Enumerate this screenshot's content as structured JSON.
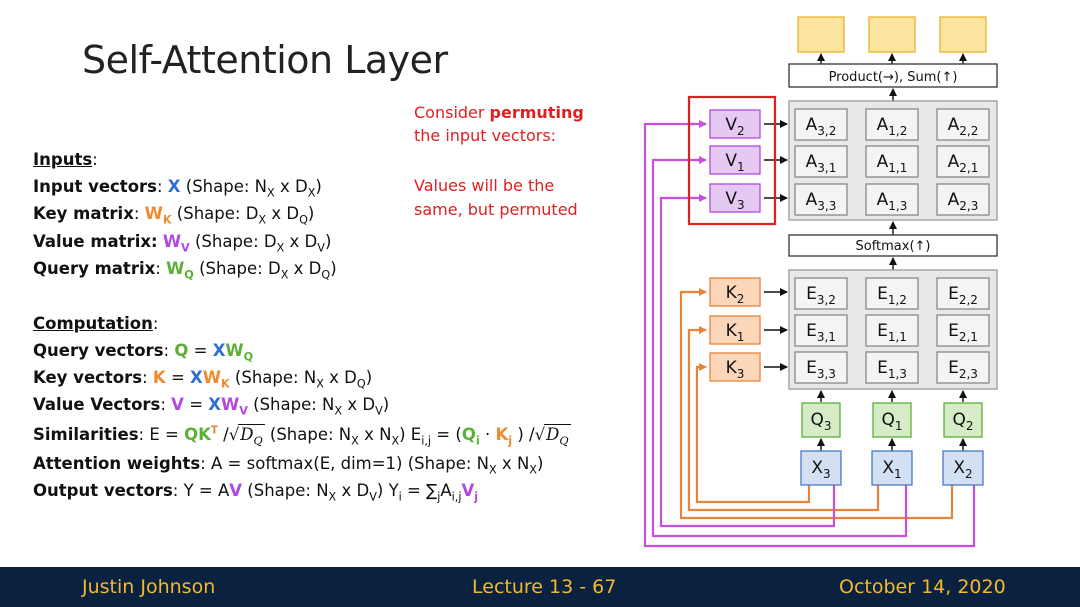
{
  "slide": {
    "title": "Self-Attention Layer",
    "note_line1_prefix": "Consider ",
    "note_line1_bold": "permuting",
    "note_line2": "the input vectors:",
    "note_line3": "Values will be the",
    "note_line4": "same, but permuted"
  },
  "inputs": {
    "header": "Inputs",
    "colon": ":",
    "input_vectors": {
      "label": "Input vectors",
      "sym": "X",
      "shape": " (Shape: N",
      "s1": "X",
      "mid": " x D",
      "s2": "X",
      "end": ")"
    },
    "key_matrix": {
      "label": "Key matrix",
      "sym": "W",
      "sub": "K",
      "shape": " (Shape: D",
      "s1": "X",
      "mid": " x D",
      "s2": "Q",
      "end": ")"
    },
    "value_matrix": {
      "label": "Value matrix:",
      "sym": "W",
      "sub": "V",
      "shape": " (Shape: D",
      "s1": "X",
      "mid": " x D",
      "s2": "V",
      "end": ")"
    },
    "query_matrix": {
      "label": "Query matrix",
      "sym": "W",
      "sub": "Q",
      "shape": " (Shape: D",
      "s1": "X",
      "mid": " x D",
      "s2": "Q",
      "end": ")"
    }
  },
  "computation": {
    "header": "Computation",
    "query_vectors": {
      "label": "Query vectors",
      "lhs": "Q",
      "eq": " = ",
      "x": "X",
      "w": "W",
      "sub": "Q"
    },
    "key_vectors": {
      "label": "Key vectors",
      "lhs": "K",
      "eq": " = ",
      "x": "X",
      "w": "W",
      "sub": "K",
      "shape": "  (Shape: N",
      "s1": "X",
      "mid": " x D",
      "s2": "Q",
      "end": ")"
    },
    "value_vectors": {
      "label": "Value Vectors",
      "lhs": "V",
      "eq": " = ",
      "x": "X",
      "w": "W",
      "sub": "V",
      "shape": " (Shape: N",
      "s1": "X",
      "mid": " x D",
      "s2": "V",
      "end": ")"
    },
    "similarities": {
      "label": "Similarities",
      "text1": ": E = ",
      "qk": "QK",
      "t": "T",
      "slash": " /",
      "dq": "D",
      "dqsub": "Q",
      "shape": " (Shape: N",
      "s1": "X",
      "mid": " x N",
      "s2": "X",
      "end": ") E",
      "eij": "i,j",
      "eq": " = (",
      "q": "Q",
      "qsub": "i",
      "dot": " · ",
      "k": "K",
      "ksub": "j",
      "close": " ) /"
    },
    "attention": {
      "label": "Attention weights",
      "text": ": A = softmax(E, dim=1)  (Shape: N",
      "s1": "X",
      "mid": " x N",
      "s2": "X",
      "end": ")"
    },
    "output": {
      "label": "Output vectors",
      "text": ": Y = A",
      "v": "V",
      "shape": " (Shape: N",
      "s1": "X",
      "mid": " x D",
      "s2": "V",
      "end": ") Y",
      "ysub": "i",
      "eq": " = ∑",
      "jsub": "j",
      "a": "A",
      "asub": "i,j",
      "vj": "V",
      "vjsub": "j"
    }
  },
  "footer": {
    "author": "Justin Johnson",
    "lecture": "Lecture 13 - 67",
    "date": "October 14, 2020"
  },
  "diagram": {
    "product_label": "Product(→),  Sum(↑)",
    "softmax_label": "Softmax(↑)",
    "values": [
      {
        "base": "V",
        "sub": "2"
      },
      {
        "base": "V",
        "sub": "1"
      },
      {
        "base": "V",
        "sub": "3"
      }
    ],
    "keys": [
      {
        "base": "K",
        "sub": "2"
      },
      {
        "base": "K",
        "sub": "1"
      },
      {
        "base": "K",
        "sub": "3"
      }
    ],
    "queries": [
      {
        "base": "Q",
        "sub": "3"
      },
      {
        "base": "Q",
        "sub": "1"
      },
      {
        "base": "Q",
        "sub": "2"
      }
    ],
    "inputs": [
      {
        "base": "X",
        "sub": "3"
      },
      {
        "base": "X",
        "sub": "1"
      },
      {
        "base": "X",
        "sub": "2"
      }
    ],
    "a_grid": [
      [
        {
          "base": "A",
          "sub": "3,2"
        },
        {
          "base": "A",
          "sub": "1,2"
        },
        {
          "base": "A",
          "sub": "2,2"
        }
      ],
      [
        {
          "base": "A",
          "sub": "3,1"
        },
        {
          "base": "A",
          "sub": "1,1"
        },
        {
          "base": "A",
          "sub": "2,1"
        }
      ],
      [
        {
          "base": "A",
          "sub": "3,3"
        },
        {
          "base": "A",
          "sub": "1,3"
        },
        {
          "base": "A",
          "sub": "2,3"
        }
      ]
    ],
    "e_grid": [
      [
        {
          "base": "E",
          "sub": "3,2"
        },
        {
          "base": "E",
          "sub": "1,2"
        },
        {
          "base": "E",
          "sub": "2,2"
        }
      ],
      [
        {
          "base": "E",
          "sub": "3,1"
        },
        {
          "base": "E",
          "sub": "1,1"
        },
        {
          "base": "E",
          "sub": "2,1"
        }
      ],
      [
        {
          "base": "E",
          "sub": "3,3"
        },
        {
          "base": "E",
          "sub": "1,3"
        },
        {
          "base": "E",
          "sub": "2,3"
        }
      ]
    ],
    "colors": {
      "value": "#e5c9f2",
      "value_border": "#b348e0",
      "key": "#fbd6b9",
      "key_border": "#e8843a",
      "query": "#d6ecc7",
      "query_border": "#5cb037",
      "input": "#d3dff3",
      "input_border": "#4a78c4",
      "output": "#fbe3a0",
      "output_border": "#e6b52c",
      "grid_bg": "#e8e8e8",
      "cell_bg": "#f4f4f4",
      "highlight": "#e02020",
      "key_wire": "#e8843a",
      "value_wire": "#c64fdc"
    }
  }
}
